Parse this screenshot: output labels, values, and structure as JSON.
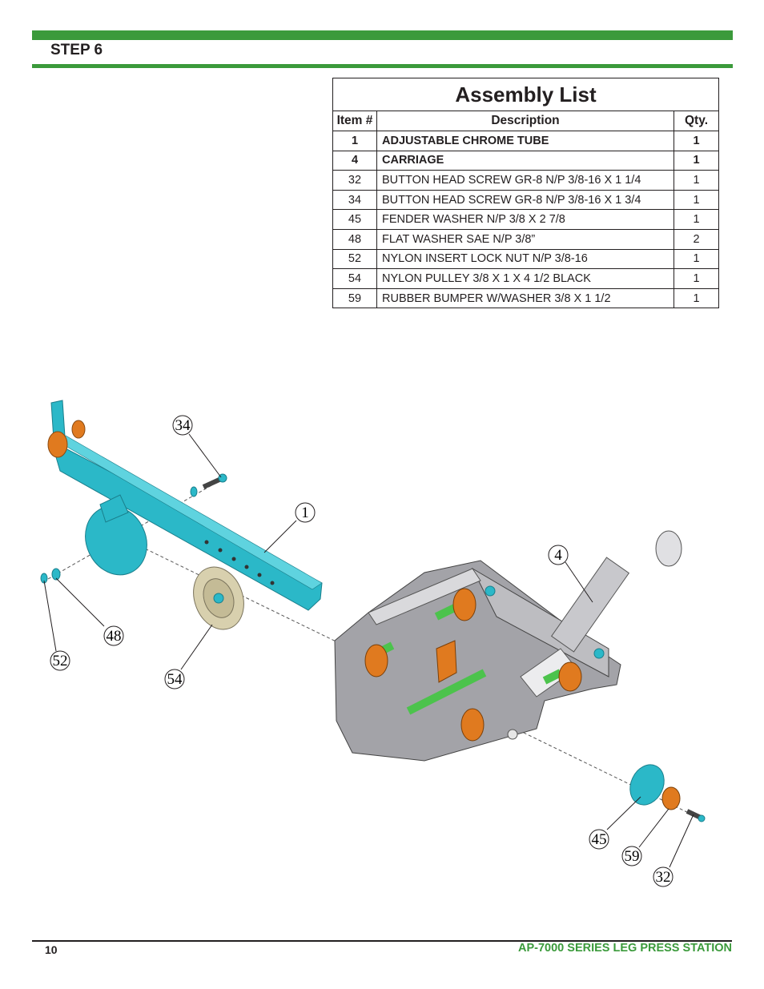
{
  "header": {
    "step": "STEP 6"
  },
  "assembly_list": {
    "title": "Assembly List",
    "columns": [
      "Item #",
      "Description",
      "Qty."
    ],
    "rows": [
      {
        "item": "1",
        "description": "ADJUSTABLE CHROME TUBE",
        "qty": "1"
      },
      {
        "item": "4",
        "description": "CARRIAGE",
        "qty": "1"
      },
      {
        "item": "32",
        "description": "BUTTON HEAD SCREW GR-8 N/P 3/8-16 X 1 1/4",
        "qty": "1"
      },
      {
        "item": "34",
        "description": "BUTTON HEAD SCREW GR-8 N/P 3/8-16 X 1 3/4",
        "qty": "1"
      },
      {
        "item": "45",
        "description": "FENDER WASHER N/P 3/8 X 2 7/8",
        "qty": "1"
      },
      {
        "item": "48",
        "description": "FLAT WASHER SAE N/P 3/8”",
        "qty": "2"
      },
      {
        "item": "52",
        "description": "NYLON INSERT LOCK NUT N/P 3/8-16",
        "qty": "1"
      },
      {
        "item": "54",
        "description": "NYLON PULLEY 3/8 X 1 X 4 1/2 BLACK",
        "qty": "1"
      },
      {
        "item": "59",
        "description": "RUBBER BUMPER W/WASHER 3/8 X 1 1/2",
        "qty": "1"
      }
    ]
  },
  "callouts": {
    "c34": "34",
    "c1": "1",
    "c4": "4",
    "c48": "48",
    "c52": "52",
    "c54": "54",
    "c45": "45",
    "c59": "59",
    "c32": "32"
  },
  "footer": {
    "page": "10",
    "title": "AP-7000 SERIES LEG PRESS STATION"
  },
  "colors": {
    "brand_green": "#3b9a3b",
    "tube_cyan": "#2bb8c8",
    "bumper_orange": "#e07a1f",
    "carriage_gray": "#9a9a9e",
    "axle_green": "#4cc34c"
  }
}
